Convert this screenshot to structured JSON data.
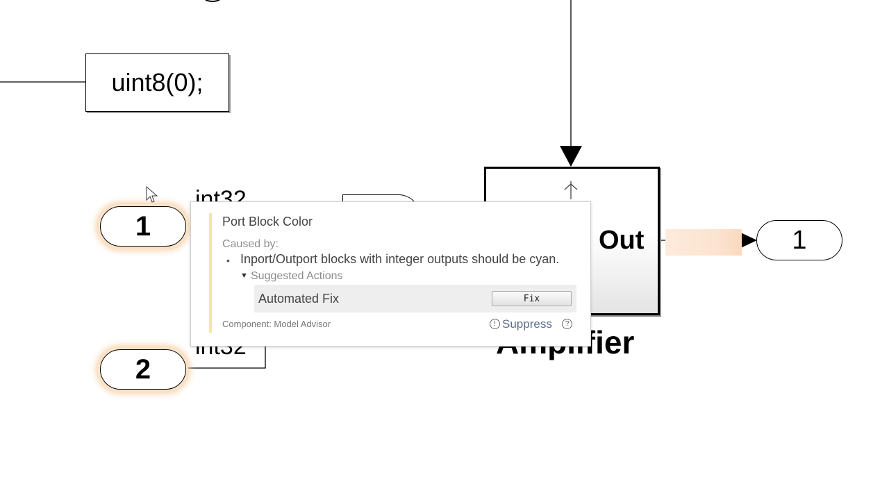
{
  "diagram": {
    "constant_block": {
      "label": "uint8(0);"
    },
    "inport_1": {
      "label": "1"
    },
    "inport_2": {
      "label": "2"
    },
    "outport_1": {
      "label": "1"
    },
    "signal_label_top": "int32",
    "signal_label_bottom": "int32",
    "amplifier": {
      "port_label": "Out",
      "name": "Amplifier"
    }
  },
  "popup": {
    "title": "Port Block Color",
    "caused_by": "Caused by:",
    "bullet": "Inport/Outport blocks with integer outputs should be cyan.",
    "suggested_actions": "Suggested Actions",
    "automated_fix": "Automated Fix",
    "fix_button": "Fix",
    "component": "Component: Model Advisor",
    "suppress": "Suppress",
    "suppress_icon": "suppress-icon",
    "help_icon": "help-icon"
  },
  "colors": {
    "highlight": "#f7c99b",
    "popup_accent": "#f6e5a8",
    "link": "#5a6d8a"
  }
}
